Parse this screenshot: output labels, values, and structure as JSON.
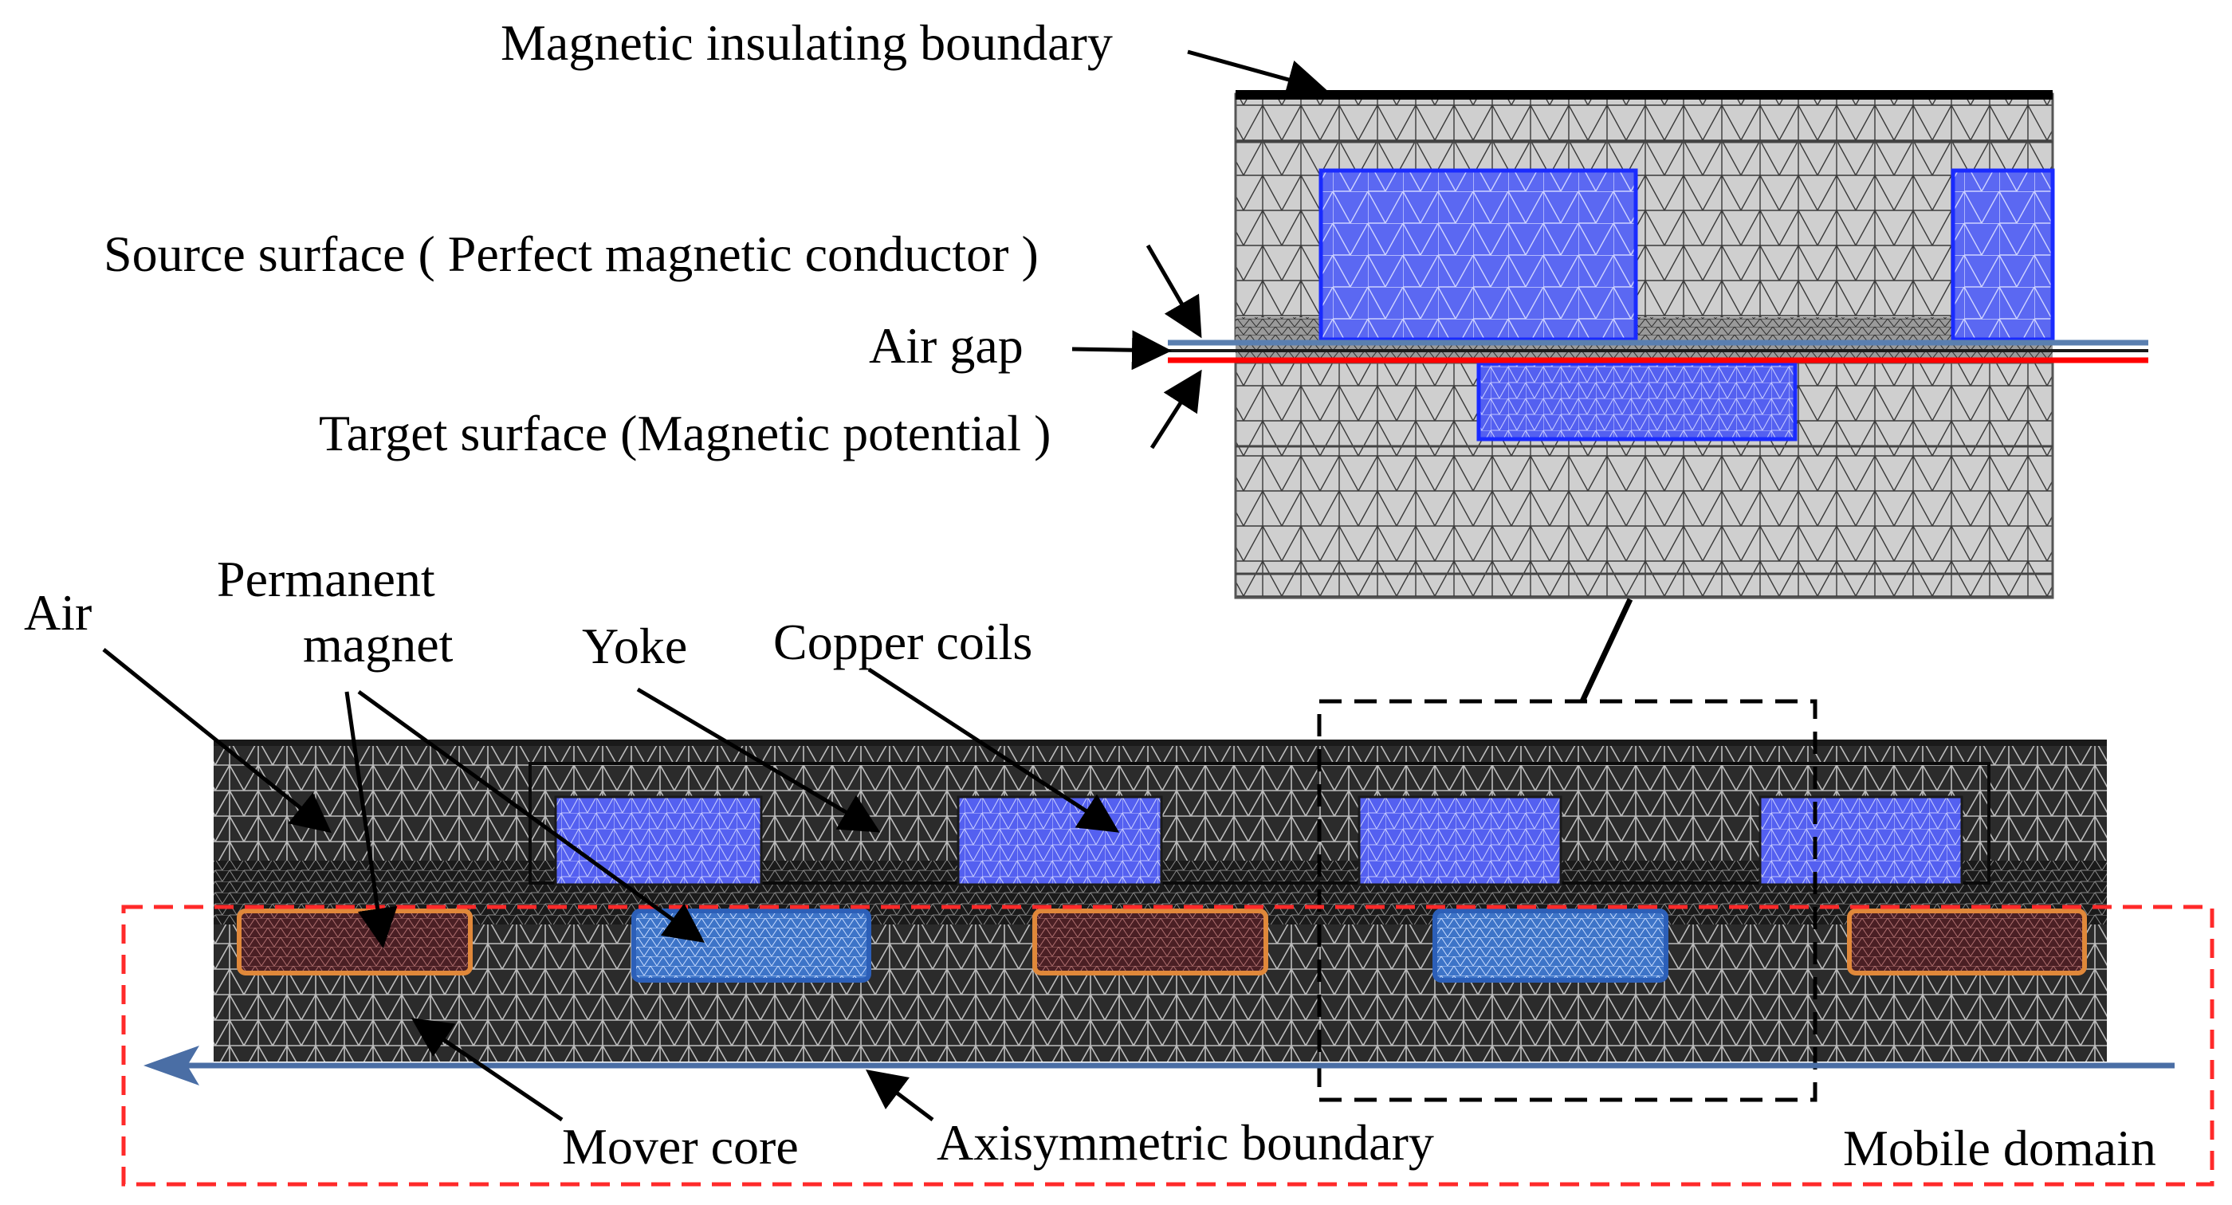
{
  "labels": {
    "magnetic_insulating_boundary": "Magnetic insulating boundary",
    "source_surface": "Source surface ( Perfect magnetic conductor )",
    "air_gap": "Air gap",
    "target_surface": "Target surface (Magnetic potential )",
    "air": "Air",
    "permanent_magnet_line1": "Permanent",
    "permanent_magnet_line2": "magnet",
    "yoke": "Yoke",
    "copper_coils": "Copper coils",
    "mover_core": "Mover core",
    "axisymmetric_boundary": "Axisymmetric boundary",
    "mobile_domain": "Mobile domain"
  },
  "colors": {
    "mesh_background": "#2a2a2a",
    "zoom_background": "#c9c9c9",
    "coil_fill": "#4d5cf0",
    "magnet_red": "#6a2a2a",
    "magnet_red_border": "#e0883a",
    "magnet_blue": "#3a72c8",
    "source_line": "#5a7fb0",
    "target_line": "#ff0000",
    "mobile_domain_border": "#ff2a2a",
    "axis_arrow": "#4a6ea5"
  },
  "icons": {
    "axis_arrow": "left-arrow-icon"
  }
}
